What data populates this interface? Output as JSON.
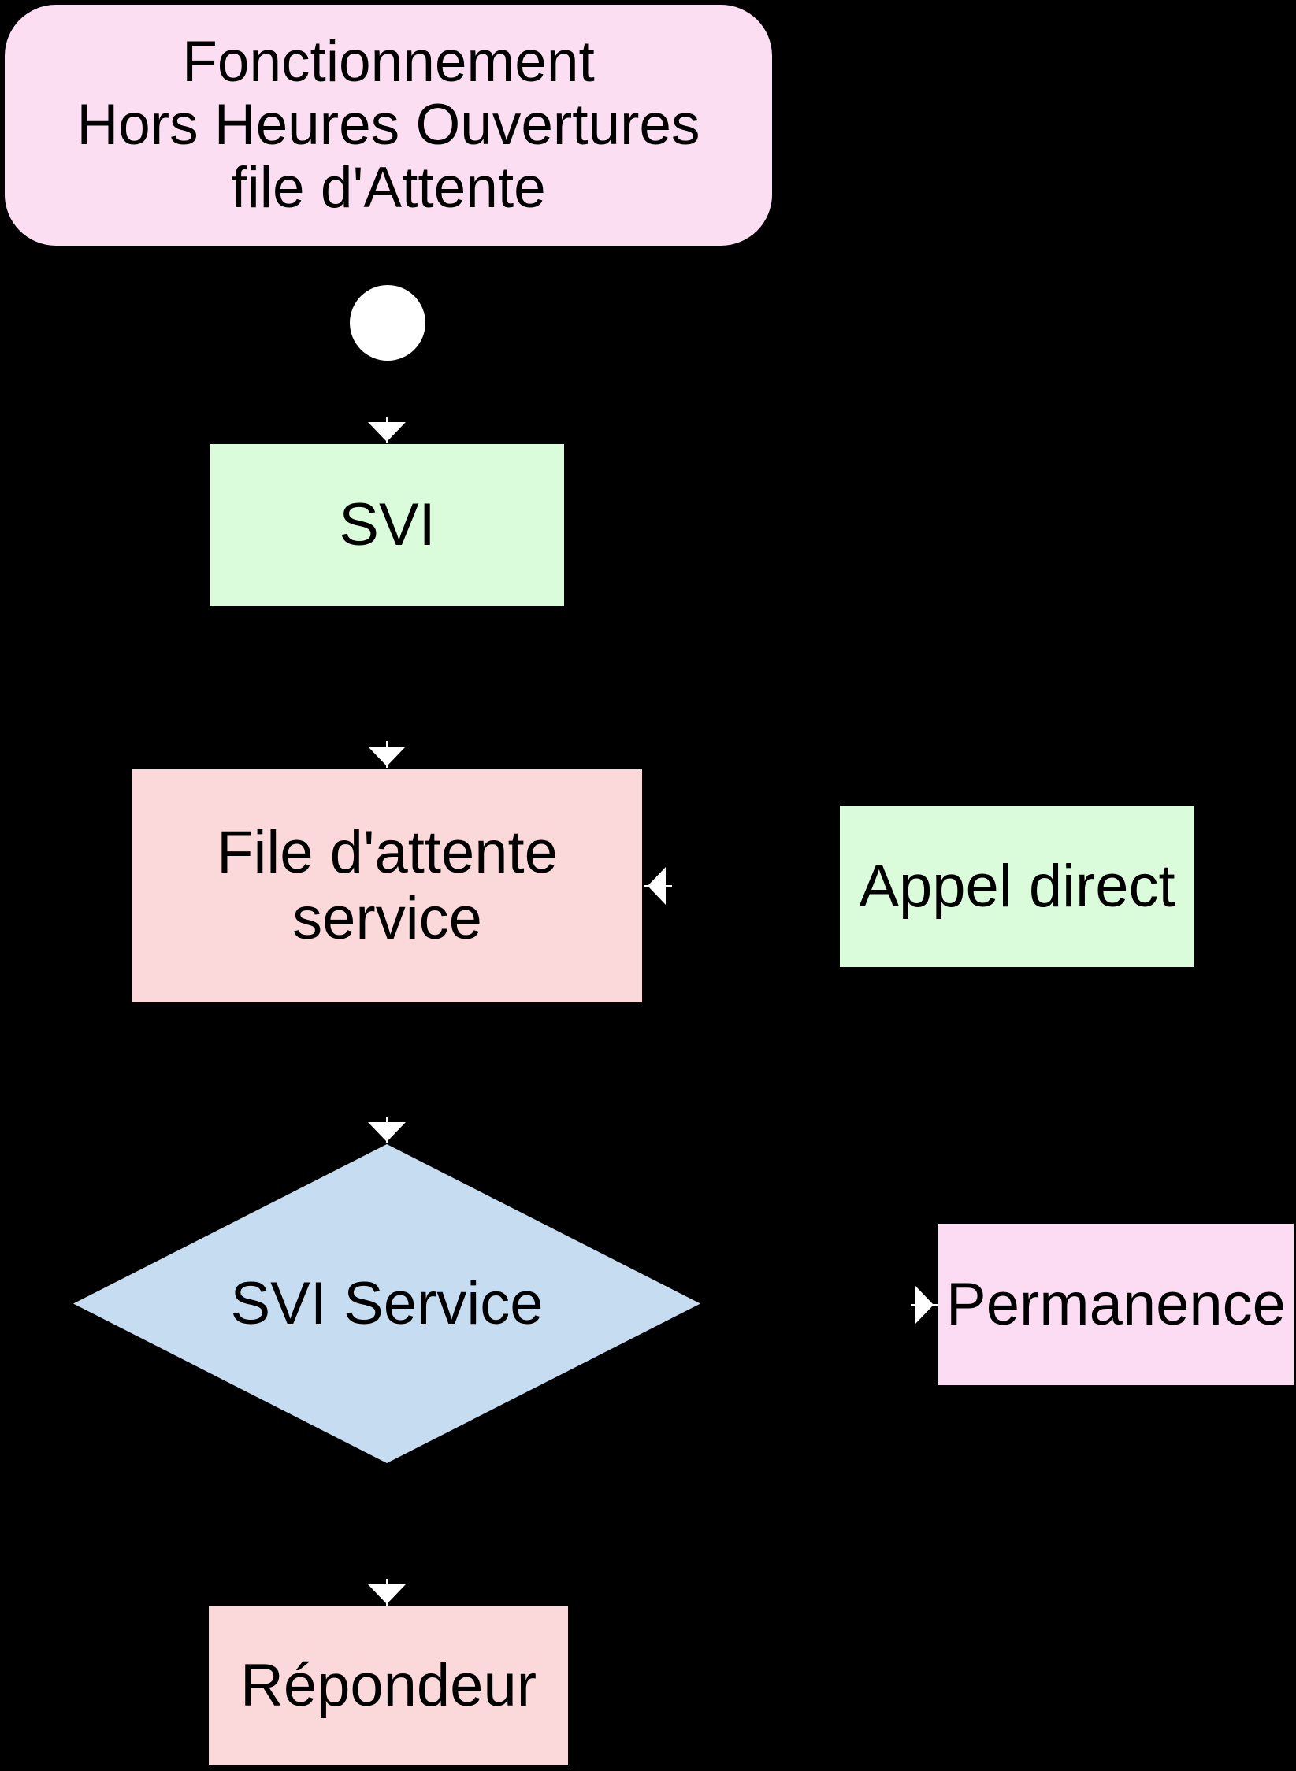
{
  "diagram": {
    "background": "#000000",
    "arrow_color": "#ffffff",
    "start_marker_color": "#ffffff",
    "title_node": {
      "lines": [
        "Fonctionnement",
        "Hors Heures Ouvertures",
        "file d'Attente"
      ],
      "fill": "#fcdef3"
    },
    "nodes": {
      "svi": {
        "label": "SVI",
        "fill": "#dafcda",
        "shape": "rectangle"
      },
      "queue": {
        "line1": "File d'attente",
        "line2": "service",
        "fill": "#fbd9da",
        "shape": "rectangle"
      },
      "appel_direct": {
        "label": "Appel direct",
        "fill": "#dafcda",
        "shape": "rectangle"
      },
      "svi_service": {
        "label": "SVI Service",
        "fill": "#c6ddf1",
        "shape": "diamond"
      },
      "permanence": {
        "label": "Permanence",
        "fill": "#fbdcf3",
        "shape": "rectangle"
      },
      "repondeur": {
        "label": "Répondeur",
        "fill": "#fbd9da",
        "shape": "rectangle"
      }
    },
    "edges": [
      {
        "from": "start",
        "to": "svi"
      },
      {
        "from": "svi",
        "to": "queue"
      },
      {
        "from": "appel_direct",
        "to": "queue"
      },
      {
        "from": "queue",
        "to": "svi_service"
      },
      {
        "from": "svi_service",
        "to": "permanence"
      },
      {
        "from": "svi_service",
        "to": "repondeur"
      }
    ]
  }
}
